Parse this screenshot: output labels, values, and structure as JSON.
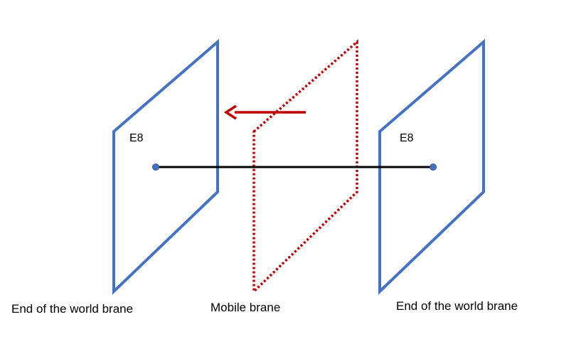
{
  "labels": {
    "left_brane_caption": "End of the world brane",
    "mobile_brane_caption": "Mobile brane",
    "right_brane_caption": "End of the world brane",
    "left_brane_tag": "E8",
    "right_brane_tag": "E8"
  },
  "colors": {
    "end_of_world_brane": "#4472C4",
    "mobile_brane": "#C00000",
    "arrow": "#C00000",
    "connector_line": "#000000",
    "endpoint_dot": "#4472C4"
  },
  "icons": {
    "direction": "arrow-left-icon"
  }
}
